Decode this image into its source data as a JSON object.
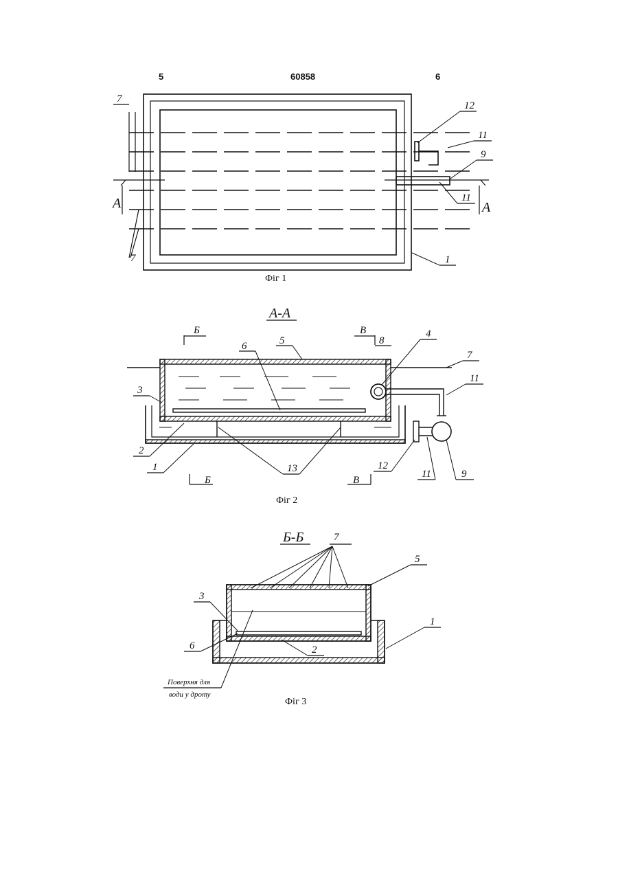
{
  "header": {
    "left_page": "5",
    "patent_number": "60858",
    "right_page": "6"
  },
  "figures": [
    {
      "caption": "Фіг 1",
      "labels": {
        "pipes_top": "7",
        "pipes_bottom": "7",
        "part_12": "12",
        "part_11_top": "11",
        "part_9": "9",
        "part_11_bottom": "11",
        "part_1": "1",
        "section_left": "A",
        "section_right": "A"
      }
    },
    {
      "caption": "Фіг 2",
      "section_title": "А-А",
      "labels": {
        "cut_b_top": "Б",
        "cut_v_top": "В",
        "part_6": "6",
        "part_5": "5",
        "part_8": "8",
        "part_4": "4",
        "part_7": "7",
        "part_11_top": "11",
        "part_3": "3",
        "part_2": "2",
        "part_1": "1",
        "part_13": "13",
        "part_12": "12",
        "part_11_bottom": "11",
        "part_9": "9",
        "cut_b_bottom": "Б",
        "cut_v_bottom": "В"
      }
    },
    {
      "caption": "Фіг 3",
      "section_title": "Б-Б",
      "labels": {
        "part_7": "7",
        "part_5": "5",
        "part_3": "3",
        "part_1": "1",
        "part_6": "6",
        "part_2": "2"
      },
      "note_line1": "Поверхня для",
      "note_line2": "води у дроту"
    }
  ]
}
